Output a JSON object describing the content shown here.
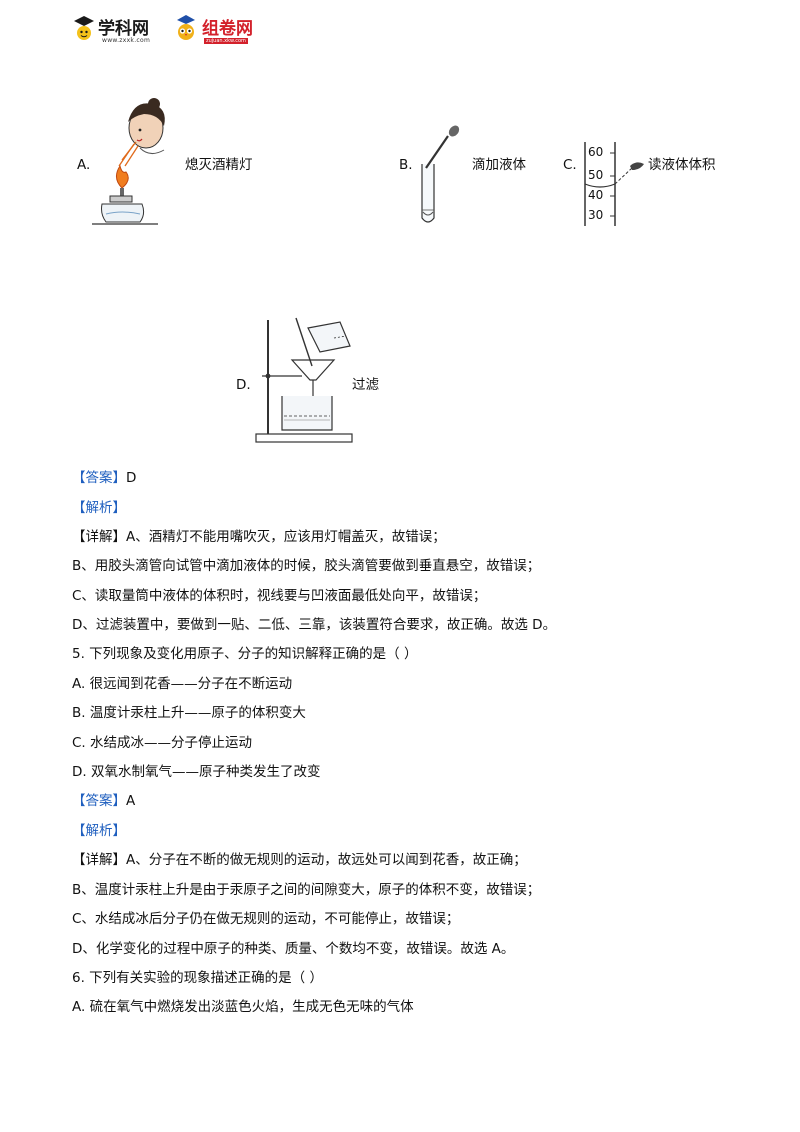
{
  "header": {
    "logo1_name": "学科网",
    "logo1_url": "www.zxxk.com",
    "logo2_name": "组卷网",
    "logo2_url": "zujuan.xkw.com"
  },
  "q4": {
    "optA_letter": "A.",
    "optA_text": "熄灭酒精灯",
    "optB_letter": "B.",
    "optB_text": "滴加液体",
    "optC_letter": "C.",
    "optC_text": "读液体体积",
    "optC_ticks": [
      "60",
      "50",
      "40",
      "30"
    ],
    "optD_letter": "D.",
    "optD_text": "过滤",
    "answer_tag": "【答案】",
    "answer_value": "D",
    "analysis_tag": "【解析】",
    "detail_tag": "【详解】",
    "detail_lines": [
      "A、酒精灯不能用嘴吹灭，应该用灯帽盖灭，故错误；",
      "B、用胶头滴管向试管中滴加液体的时候，胶头滴管要做到垂直悬空，故错误；",
      "C、读取量筒中液体的体积时，视线要与凹液面最低处向平，故错误；",
      "D、过滤装置中，要做到一贴、二低、三靠，该装置符合要求，故正确。故选 D。"
    ]
  },
  "q5": {
    "stem": "5. 下列现象及变化用原子、分子的知识解释正确的是（    ）",
    "options": [
      "A. 很远闻到花香——分子在不断运动",
      "B. 温度计汞柱上升——原子的体积变大",
      "C. 水结成冰——分子停止运动",
      "D. 双氧水制氧气——原子种类发生了改变"
    ],
    "answer_tag": "【答案】",
    "answer_value": "A",
    "analysis_tag": "【解析】",
    "detail_tag": "【详解】",
    "detail_lines": [
      "A、分子在不断的做无规则的运动，故远处可以闻到花香，故正确；",
      "B、温度计汞柱上升是由于汞原子之间的间隙变大，原子的体积不变，故错误；",
      "C、水结成冰后分子仍在做无规则的运动，不可能停止，故错误；",
      "D、化学变化的过程中原子的种类、质量、个数均不变，故错误。故选 A。"
    ]
  },
  "q6": {
    "stem": "6. 下列有关实验的现象描述正确的是（    ）",
    "options": [
      "A.  硫在氧气中燃烧发出淡蓝色火焰，生成无色无味的气体"
    ]
  }
}
